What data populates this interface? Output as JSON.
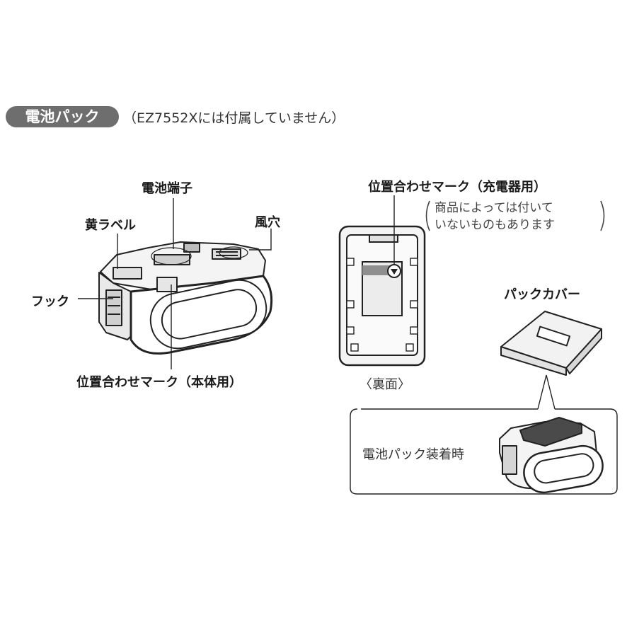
{
  "header": {
    "title": "電池パック",
    "subtitle": "（EZ7552Xには付属していません）"
  },
  "labels": {
    "battery_terminal": "電池端子",
    "yellow_label": "黄ラベル",
    "vent": "風穴",
    "hook": "フック",
    "alignment_mark_body": "位置合わせマーク（本体用）",
    "alignment_mark_charger": "位置合わせマーク（充電器用）",
    "charger_note_line1": "商品によっては付いて",
    "charger_note_line2": "いないものもあります",
    "back_side": "〈裏面〉",
    "pack_cover": "パックカバー",
    "attached_state": "電池パック装着時"
  }
}
